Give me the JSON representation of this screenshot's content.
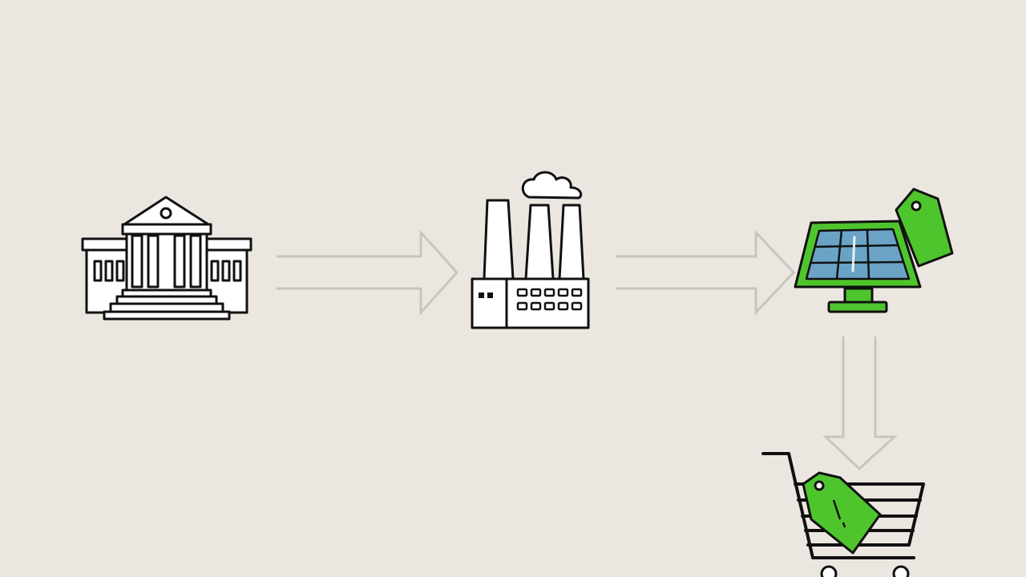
{
  "diagram": {
    "type": "flow",
    "background_color": "#ebe7e0",
    "colors": {
      "outline": "#111111",
      "fill": "#ffffff",
      "accent_green": "#4fc52d",
      "panel_blue": "#6aa3c6",
      "arrow_gray": "#c3c7bf"
    },
    "nodes": [
      {
        "id": "government",
        "icon": "government-building-icon"
      },
      {
        "id": "factory",
        "icon": "factory-icon"
      },
      {
        "id": "solar-panel",
        "icon": "solar-panel-with-price-tag-icon"
      },
      {
        "id": "shopping-cart",
        "icon": "shopping-cart-with-price-tag-icon"
      }
    ],
    "edges": [
      {
        "from": "government",
        "to": "factory",
        "direction": "right"
      },
      {
        "from": "factory",
        "to": "solar-panel",
        "direction": "right"
      },
      {
        "from": "solar-panel",
        "to": "shopping-cart",
        "direction": "down"
      }
    ]
  }
}
